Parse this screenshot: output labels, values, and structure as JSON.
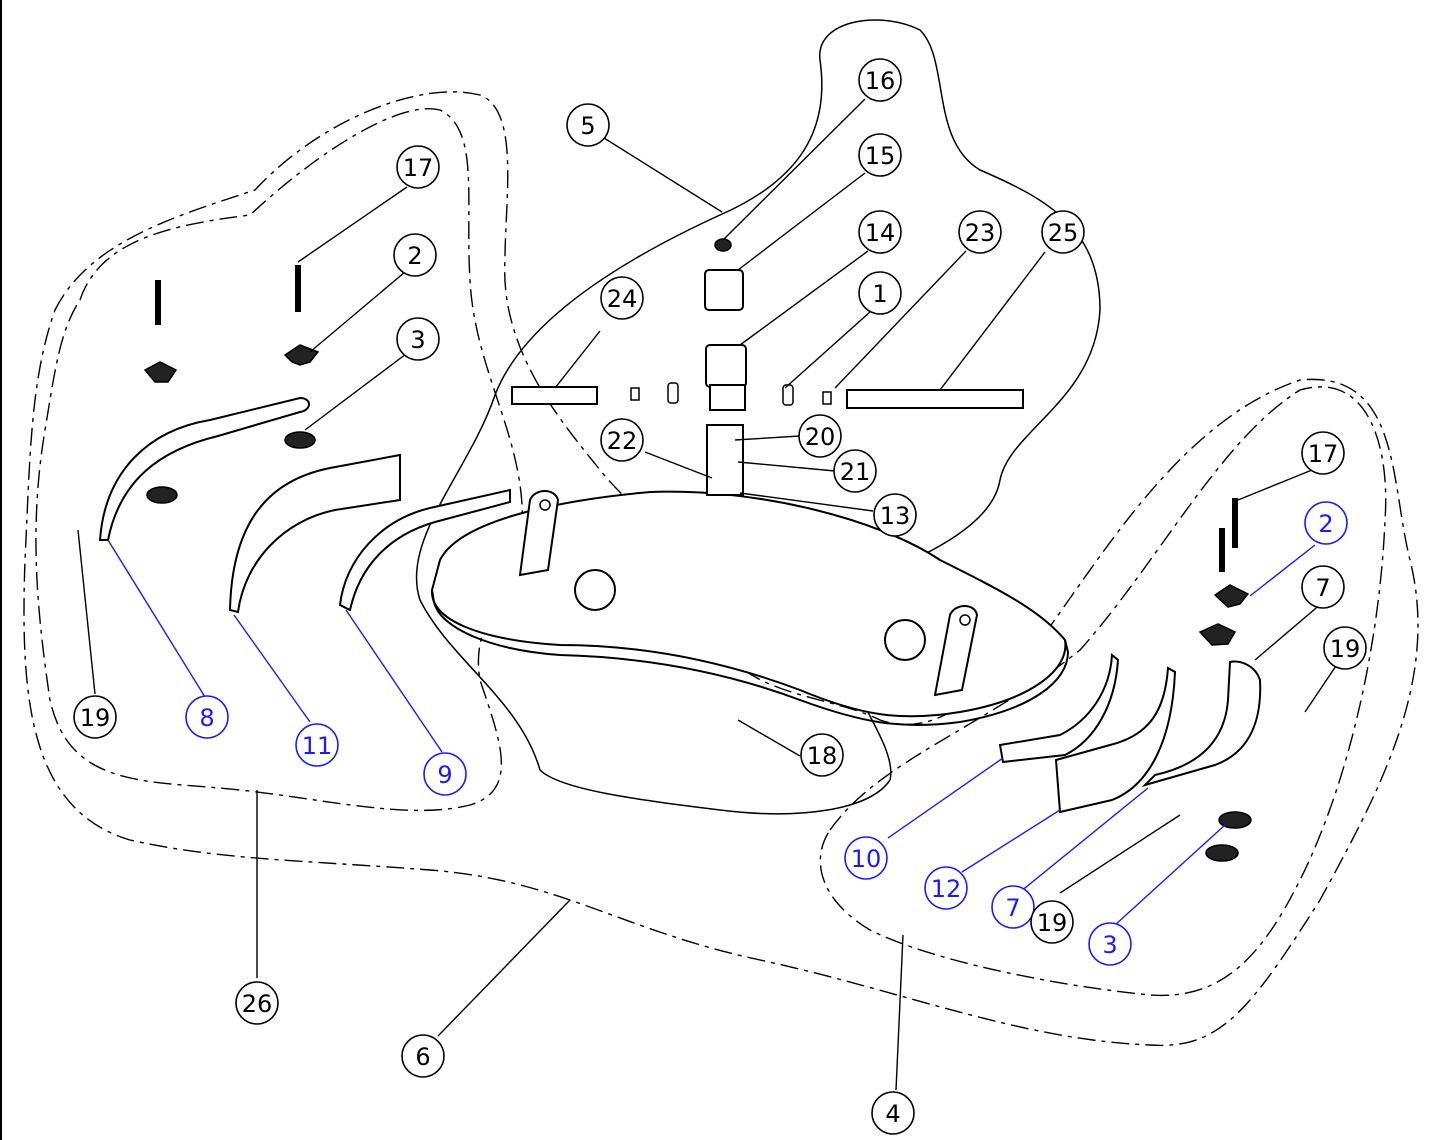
{
  "colors": {
    "black_callout": "#000000",
    "blue_callout": "#1a1aff",
    "line": "#000000",
    "background": "#ffffff"
  },
  "balloons": [
    {
      "id": "16",
      "label": "16",
      "color": "black"
    },
    {
      "id": "15",
      "label": "15",
      "color": "black"
    },
    {
      "id": "14",
      "label": "14",
      "color": "black"
    },
    {
      "id": "23",
      "label": "23",
      "color": "black"
    },
    {
      "id": "25",
      "label": "25",
      "color": "black"
    },
    {
      "id": "1",
      "label": "1",
      "color": "black"
    },
    {
      "id": "5",
      "label": "5",
      "color": "black"
    },
    {
      "id": "24",
      "label": "24",
      "color": "black"
    },
    {
      "id": "20",
      "label": "20",
      "color": "black"
    },
    {
      "id": "22",
      "label": "22",
      "color": "black"
    },
    {
      "id": "21",
      "label": "21",
      "color": "black"
    },
    {
      "id": "13",
      "label": "13",
      "color": "black"
    },
    {
      "id": "17a",
      "label": "17",
      "color": "black"
    },
    {
      "id": "2a",
      "label": "2",
      "color": "black"
    },
    {
      "id": "3a",
      "label": "3",
      "color": "black"
    },
    {
      "id": "19a",
      "label": "19",
      "color": "black"
    },
    {
      "id": "8",
      "label": "8",
      "color": "blue"
    },
    {
      "id": "11",
      "label": "11",
      "color": "blue"
    },
    {
      "id": "9",
      "label": "9",
      "color": "blue"
    },
    {
      "id": "18",
      "label": "18",
      "color": "black"
    },
    {
      "id": "17b",
      "label": "17",
      "color": "black"
    },
    {
      "id": "2b",
      "label": "2",
      "color": "blue"
    },
    {
      "id": "7a",
      "label": "7",
      "color": "black"
    },
    {
      "id": "19b",
      "label": "19",
      "color": "black"
    },
    {
      "id": "10",
      "label": "10",
      "color": "blue"
    },
    {
      "id": "12",
      "label": "12",
      "color": "blue"
    },
    {
      "id": "7b",
      "label": "7",
      "color": "blue"
    },
    {
      "id": "19c",
      "label": "19",
      "color": "black"
    },
    {
      "id": "3b",
      "label": "3",
      "color": "blue"
    },
    {
      "id": "26",
      "label": "26",
      "color": "black"
    },
    {
      "id": "6",
      "label": "6",
      "color": "black"
    },
    {
      "id": "4",
      "label": "4",
      "color": "black"
    }
  ]
}
